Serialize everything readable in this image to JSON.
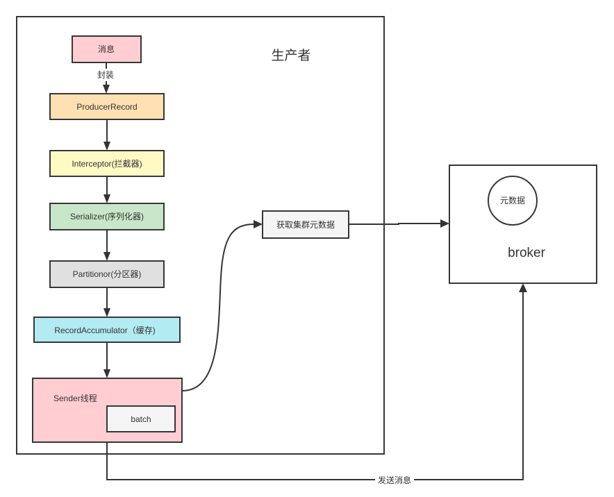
{
  "diagram": {
    "producer_frame": {
      "title": "生产者"
    },
    "nodes": {
      "message": {
        "label": "消息",
        "fill": "#ffcdd2"
      },
      "producer_record": {
        "label": "ProducerRecord",
        "fill": "#ffe0b2"
      },
      "interceptor": {
        "label": "Interceptor(拦截器)",
        "fill": "#fff9c4"
      },
      "serializer": {
        "label": "Serializer(序列化器)",
        "fill": "#c8e6c9"
      },
      "partitioner": {
        "label": "Partitionor(分区器)",
        "fill": "#e0e0e0"
      },
      "record_accumulator": {
        "label": "RecordAccumulator（缓存)",
        "fill": "#b2ebf2"
      },
      "sender": {
        "label": "Sender线程",
        "fill": "#ffcdd2"
      },
      "batch": {
        "label": "batch",
        "fill": "#f5f5f5"
      },
      "fetch_metadata": {
        "label": "获取集群元数据",
        "fill": "#f5f5f5"
      },
      "broker": {
        "label": "broker",
        "fill": "#ffffff"
      },
      "metadata": {
        "label": "元数据",
        "fill": "#ffffff"
      }
    },
    "edges": {
      "wrap_label": "封装",
      "send_label": "发送消息"
    },
    "colors": {
      "stroke": "#333333",
      "background": "#ffffff"
    }
  }
}
